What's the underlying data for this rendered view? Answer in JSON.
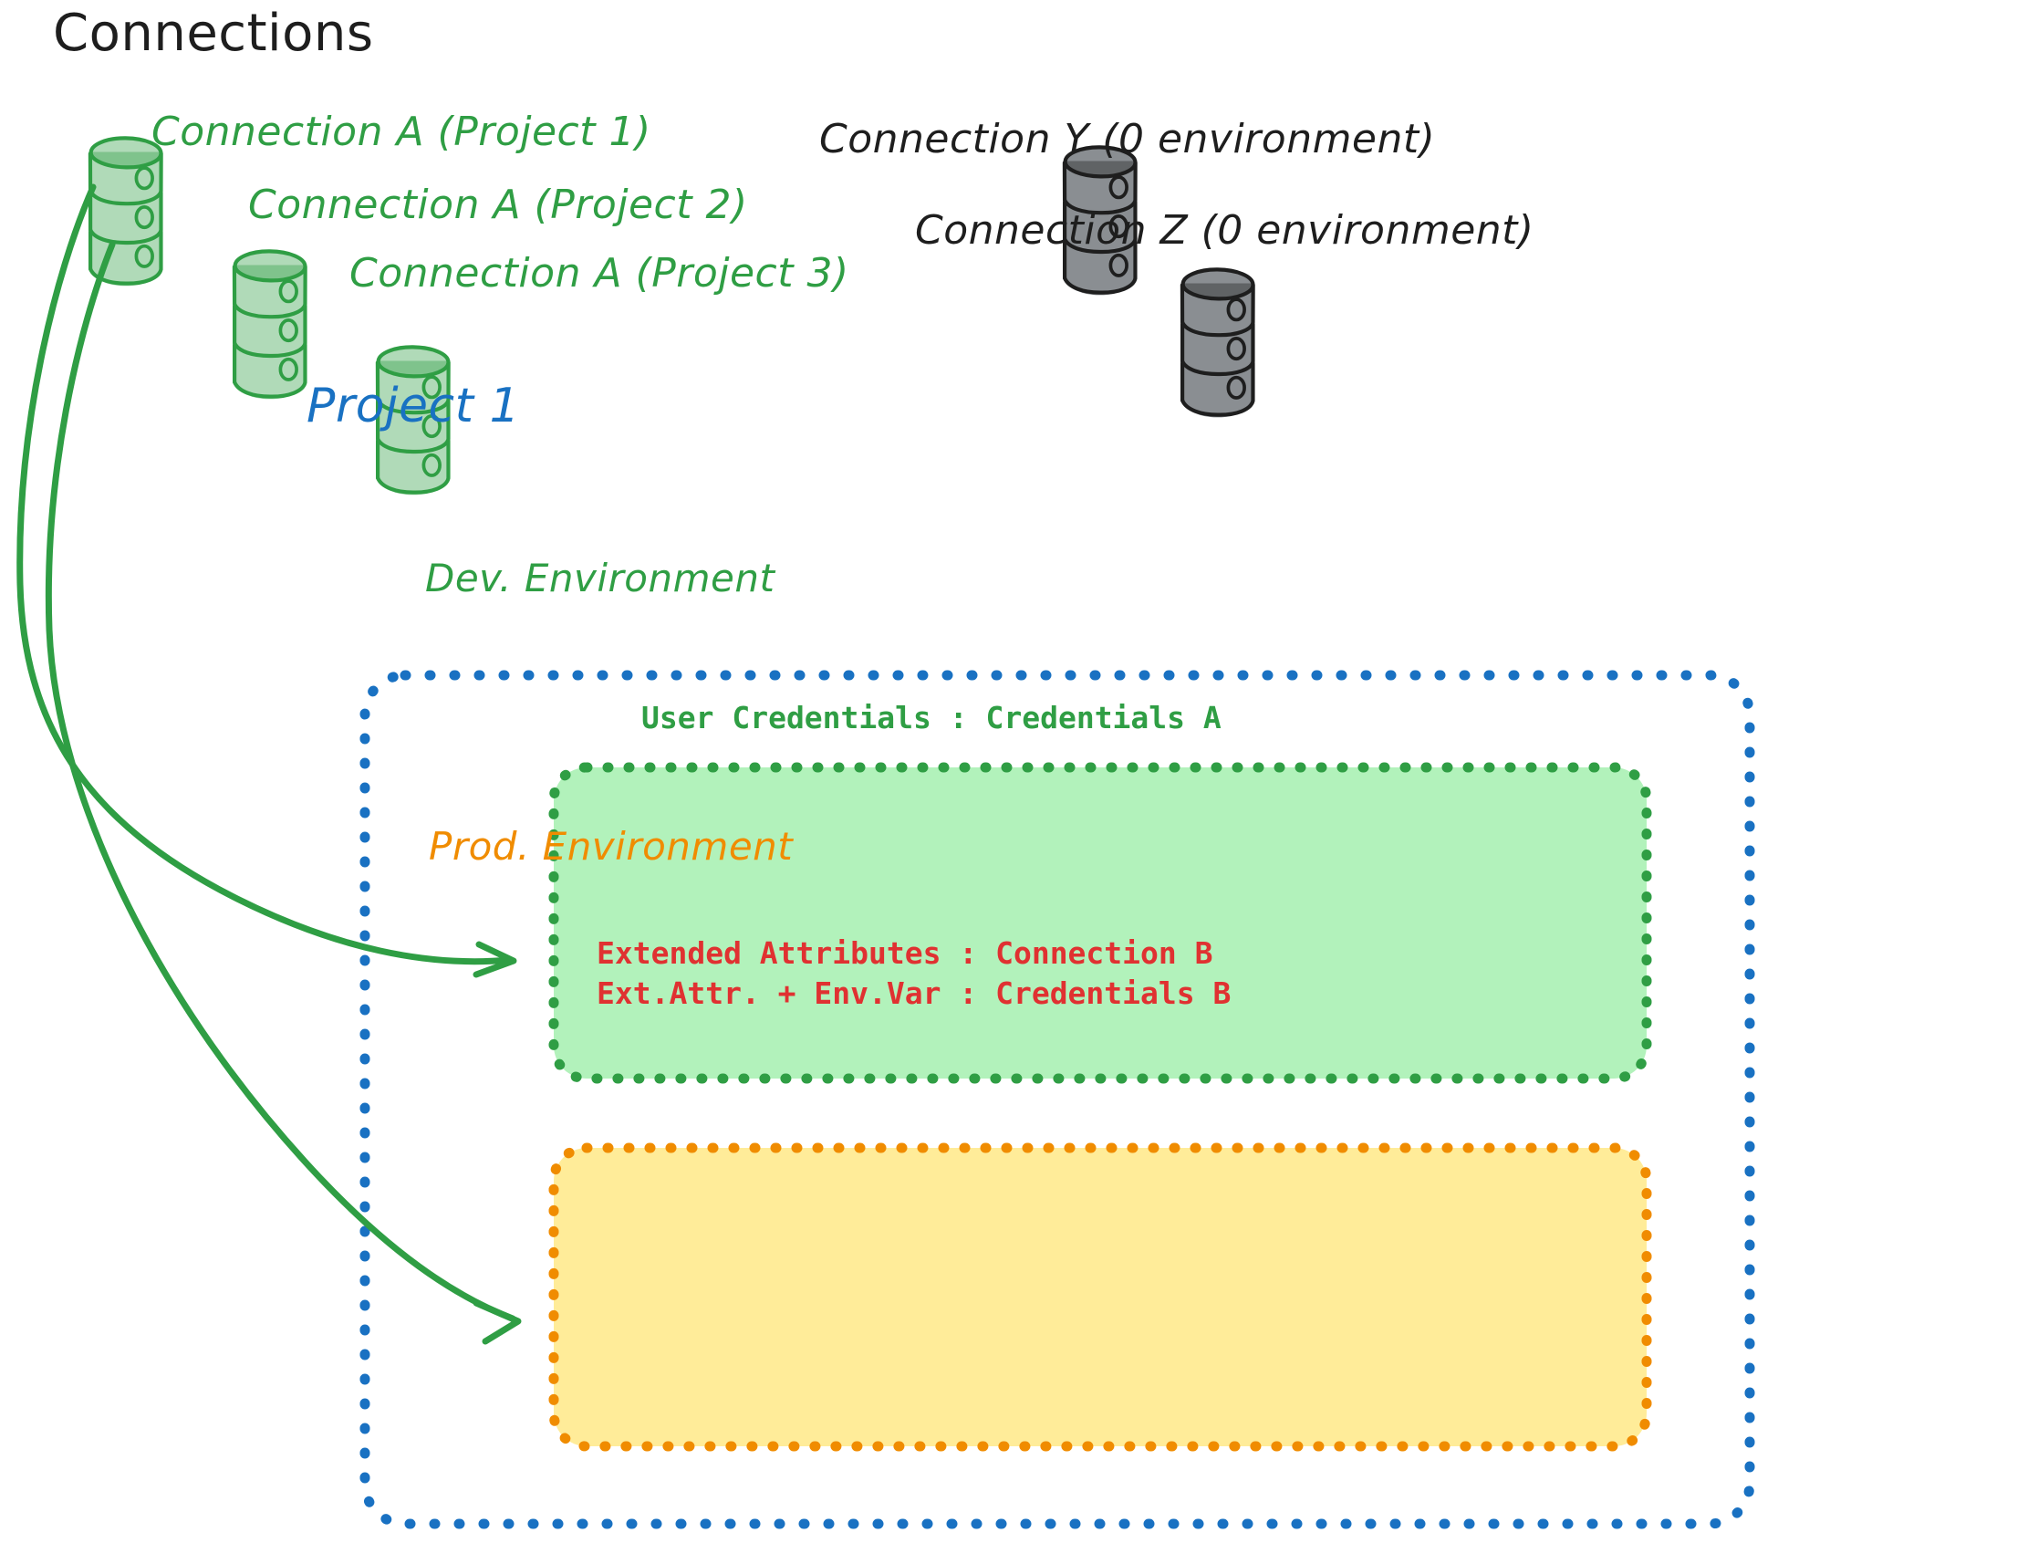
{
  "diagram": {
    "title": "Connections",
    "colors": {
      "green_stroke": "#2f9e44",
      "green_fill": "#b2f2bb",
      "gray_stroke": "#1e1e1e",
      "gray_fill": "#ced4da",
      "blue": "#1971c2",
      "orange_stroke": "#f08c00",
      "yellow_fill": "#ffec99",
      "red": "#e03131",
      "background": "#ffffff"
    },
    "connections_group": {
      "heading": "Connections",
      "green_connections": [
        {
          "label": "Connection A (Project 1)",
          "icon": "database-cylinder-icon",
          "color": "#2f9e44"
        },
        {
          "label": "Connection A (Project 2)",
          "icon": "database-cylinder-icon",
          "color": "#2f9e44"
        },
        {
          "label": "Connection A (Project 3)",
          "icon": "database-cylinder-icon",
          "color": "#2f9e44"
        }
      ],
      "gray_connections": [
        {
          "label": "Connection Y (0 environment)",
          "icon": "database-cylinder-icon",
          "color": "#1e1e1e"
        },
        {
          "label": "Connection Z (0 environment)",
          "icon": "database-cylinder-icon",
          "color": "#1e1e1e"
        }
      ]
    },
    "project": {
      "title": "Project 1",
      "environments": [
        {
          "name": "Dev. Environment",
          "accent": "#2f9e44",
          "fill": "#b2f2bb",
          "rows": [
            "User Credentials : Credentials A"
          ]
        },
        {
          "name": "Prod. Environment",
          "accent": "#f08c00",
          "fill": "#ffec99",
          "rows": [
            "Extended Attributes : Connection B",
            "Ext.Attr. + Env.Var : Credentials B"
          ]
        }
      ]
    },
    "arrows": [
      {
        "name": "arrow-connection-a-to-dev-environment",
        "from": "Connection A (Project 1)",
        "to": "Dev. Environment"
      },
      {
        "name": "arrow-connection-a-to-prod-environment",
        "from": "Connection A (Project 1)",
        "to": "Prod. Environment"
      }
    ]
  }
}
